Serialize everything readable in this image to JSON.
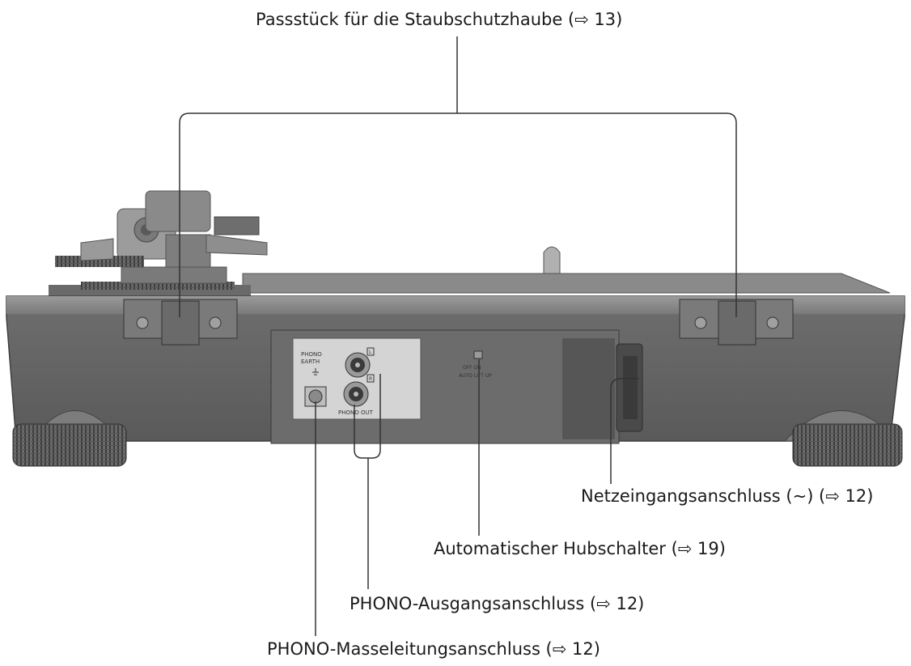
{
  "callouts": {
    "dust_cover_fitting": "Passstück für die Staubschutzhaube (⇨ 13)",
    "ac_in": "Netzeingangsanschluss (∼) (⇨ 12)",
    "auto_lift_switch": "Automatischer Hubschalter (⇨ 19)",
    "phono_out": "PHONO-Ausgangsanschluss (⇨ 12)",
    "phono_earth": "PHONO-Masseleitungsanschluss (⇨ 12)"
  },
  "panel_labels": {
    "earth": [
      "PHONO",
      "EARTH"
    ],
    "phono_out": "PHONO OUT",
    "channel_l": "L",
    "channel_r": "R",
    "switch_state": "OFF  ON",
    "switch_name": "AUTO LIFT UP"
  },
  "colors": {
    "body_dark": "#5f5f5f",
    "body_mid": "#7d7d7d",
    "body_light": "#a6a6a6",
    "panel": "#d4d4d4",
    "leader_line": "#333333"
  }
}
